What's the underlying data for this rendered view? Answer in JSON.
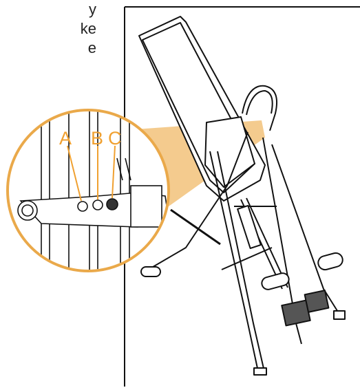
{
  "cut_text_lines": [
    "y",
    "ke",
    "e"
  ],
  "callouts": [
    "A",
    "B",
    "C"
  ],
  "colors": {
    "highlight": "#f2c27a",
    "highlight_stroke": "#eaa94a",
    "callout": "#f0a030",
    "line": "#111111",
    "hole_dark": "#333333"
  }
}
